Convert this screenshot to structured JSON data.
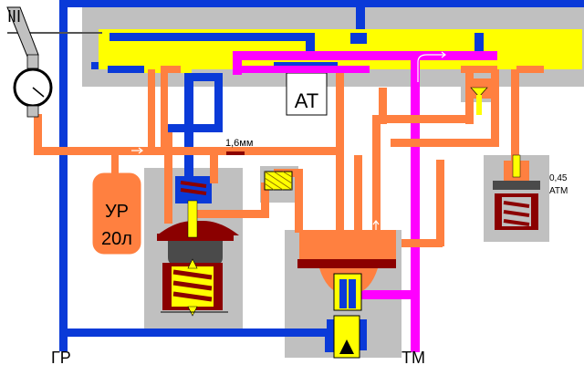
{
  "labels": {
    "position_numeral": "III",
    "surge_reservoir": "УР",
    "reservoir_volume": "20л",
    "orifice_size": "1,6мм",
    "auto_mode": "АТ",
    "pressure_value": "0,45",
    "pressure_unit": "АТМ",
    "main_reservoir": "ГР",
    "brake_pipe": "ТМ"
  },
  "colors": {
    "main_reservoir_air": "#0a3ad8",
    "surge_reservoir_air": "#ff8040",
    "brake_pipe_air": "#ff00ff",
    "atmosphere_chamber": "#ffff00",
    "housing": "#c0c0c0",
    "spring_metal": "#8b0000"
  },
  "icons": {
    "pressure_gauge": "pressure-gauge-icon",
    "flow_arrow": "flow-arrow-icon",
    "filter": "filter-mesh-icon"
  }
}
